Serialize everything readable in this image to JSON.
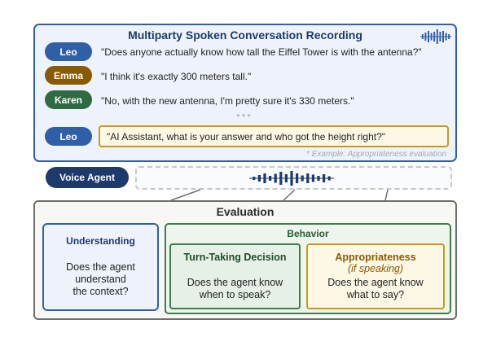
{
  "recording": {
    "title": "Multiparty Spoken Conversation Recording",
    "turns": [
      {
        "speaker": "Leo",
        "color": "#2f5fa7",
        "text": "\"Does anyone actually know how tall the Eiffel Tower is with the antenna?\""
      },
      {
        "speaker": "Emma",
        "color": "#8a5a00",
        "text": "\"I think it's exactly 300 meters tall.\""
      },
      {
        "speaker": "Karen",
        "color": "#2e6b43",
        "text": "\"No, with the new antenna, I'm pretty sure it's 330 meters.\""
      }
    ],
    "ellipsis": "•••",
    "final_turn": {
      "speaker": "Leo",
      "color": "#2f5fa7",
      "text": "\"AI Assistant, what is your answer and who got the height right?\""
    },
    "example_note": "* Example: Appropriateness evaluation"
  },
  "voice_agent": {
    "label": "Voice Agent",
    "color": "#1e3a6b"
  },
  "evaluation": {
    "title": "Evaluation",
    "understanding": {
      "title": "Understanding",
      "lines": [
        "Does the agent",
        "understand",
        "the context?"
      ]
    },
    "behavior": {
      "title": "Behavior",
      "turn_taking": {
        "title": "Turn-Taking Decision",
        "lines": [
          "Does the agent know",
          "when to speak?"
        ]
      },
      "appropriateness": {
        "title": "Appropriateness",
        "subtitle": "(if speaking)",
        "lines": [
          "Does the agent know",
          "what to say?"
        ]
      }
    }
  },
  "icons": {
    "recording_waveform": "waveform-icon",
    "agent_waveform": "waveform-icon"
  }
}
